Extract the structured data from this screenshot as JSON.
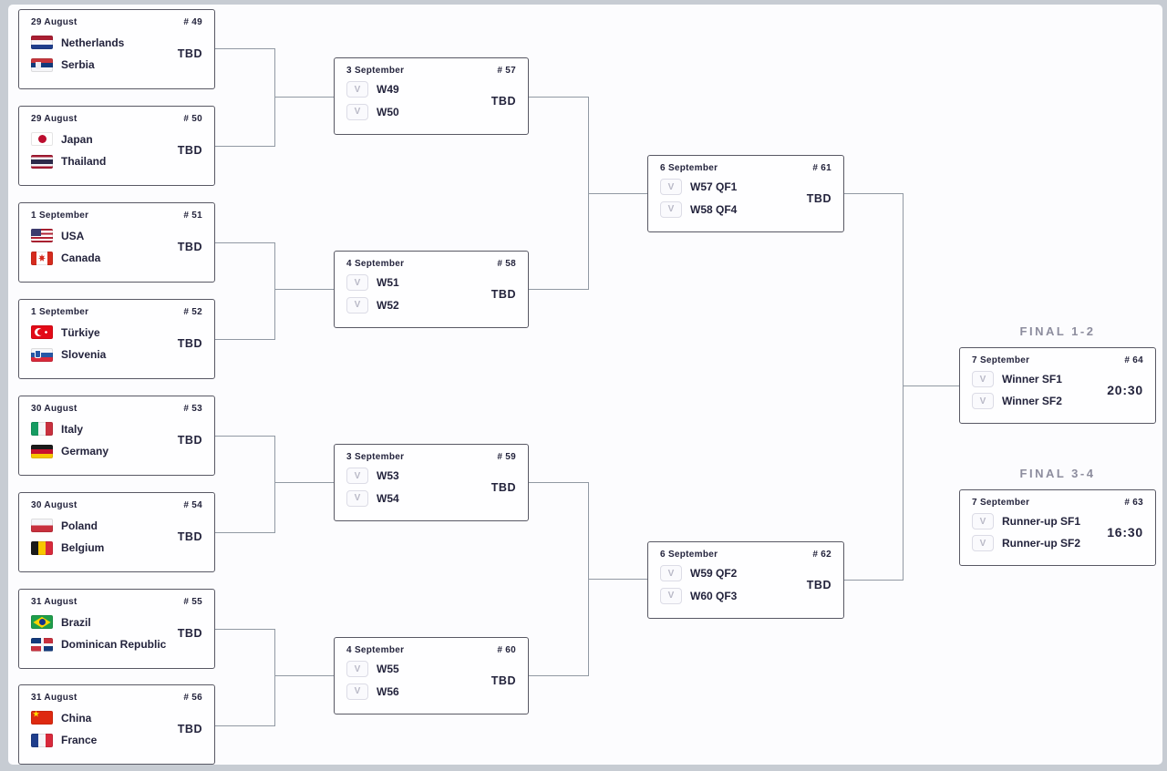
{
  "colors": {
    "frame": "#C7CCD3",
    "canvas": "#FCFCFE",
    "card_border": "#585864",
    "connector": "#9199A3",
    "text": "#23233C",
    "final_heading": "#8D8D9E"
  },
  "icons": {
    "winner_placeholder": "V"
  },
  "rounds": {
    "round_of_16": [
      {
        "date": "29 August",
        "number": "# 49",
        "team1": {
          "name": "Netherlands",
          "flag": "netherlands"
        },
        "team2": {
          "name": "Serbia",
          "flag": "serbia"
        },
        "status": "TBD"
      },
      {
        "date": "29 August",
        "number": "# 50",
        "team1": {
          "name": "Japan",
          "flag": "japan"
        },
        "team2": {
          "name": "Thailand",
          "flag": "thailand"
        },
        "status": "TBD"
      },
      {
        "date": "1 September",
        "number": "# 51",
        "team1": {
          "name": "USA",
          "flag": "usa"
        },
        "team2": {
          "name": "Canada",
          "flag": "canada"
        },
        "status": "TBD"
      },
      {
        "date": "1 September",
        "number": "# 52",
        "team1": {
          "name": "Türkiye",
          "flag": "turkiye"
        },
        "team2": {
          "name": "Slovenia",
          "flag": "slovenia"
        },
        "status": "TBD"
      },
      {
        "date": "30 August",
        "number": "# 53",
        "team1": {
          "name": "Italy",
          "flag": "italy"
        },
        "team2": {
          "name": "Germany",
          "flag": "germany"
        },
        "status": "TBD"
      },
      {
        "date": "30 August",
        "number": "# 54",
        "team1": {
          "name": "Poland",
          "flag": "poland"
        },
        "team2": {
          "name": "Belgium",
          "flag": "belgium"
        },
        "status": "TBD"
      },
      {
        "date": "31 August",
        "number": "# 55",
        "team1": {
          "name": "Brazil",
          "flag": "brazil"
        },
        "team2": {
          "name": "Dominican Republic",
          "flag": "dominican-republic"
        },
        "status": "TBD"
      },
      {
        "date": "31 August",
        "number": "# 56",
        "team1": {
          "name": "China",
          "flag": "china"
        },
        "team2": {
          "name": "France",
          "flag": "france"
        },
        "status": "TBD"
      }
    ],
    "quarterfinals": [
      {
        "date": "3 September",
        "number": "# 57",
        "slot1": "W49",
        "slot2": "W50",
        "status": "TBD"
      },
      {
        "date": "4 September",
        "number": "# 58",
        "slot1": "W51",
        "slot2": "W52",
        "status": "TBD"
      },
      {
        "date": "3 September",
        "number": "# 59",
        "slot1": "W53",
        "slot2": "W54",
        "status": "TBD"
      },
      {
        "date": "4 September",
        "number": "# 60",
        "slot1": "W55",
        "slot2": "W56",
        "status": "TBD"
      }
    ],
    "semifinals": [
      {
        "date": "6 September",
        "number": "# 61",
        "slot1": "W57 QF1",
        "slot2": "W58 QF4",
        "status": "TBD"
      },
      {
        "date": "6 September",
        "number": "# 62",
        "slot1": "W59 QF2",
        "slot2": "W60 QF3",
        "status": "TBD"
      }
    ],
    "finals": [
      {
        "heading": "FINAL 1-2",
        "date": "7 September",
        "number": "# 64",
        "slot1": "Winner SF1",
        "slot2": "Winner SF2",
        "time": "20:30"
      },
      {
        "heading": "FINAL 3-4",
        "date": "7 September",
        "number": "# 63",
        "slot1": "Runner-up SF1",
        "slot2": "Runner-up SF2",
        "time": "16:30"
      }
    ]
  }
}
